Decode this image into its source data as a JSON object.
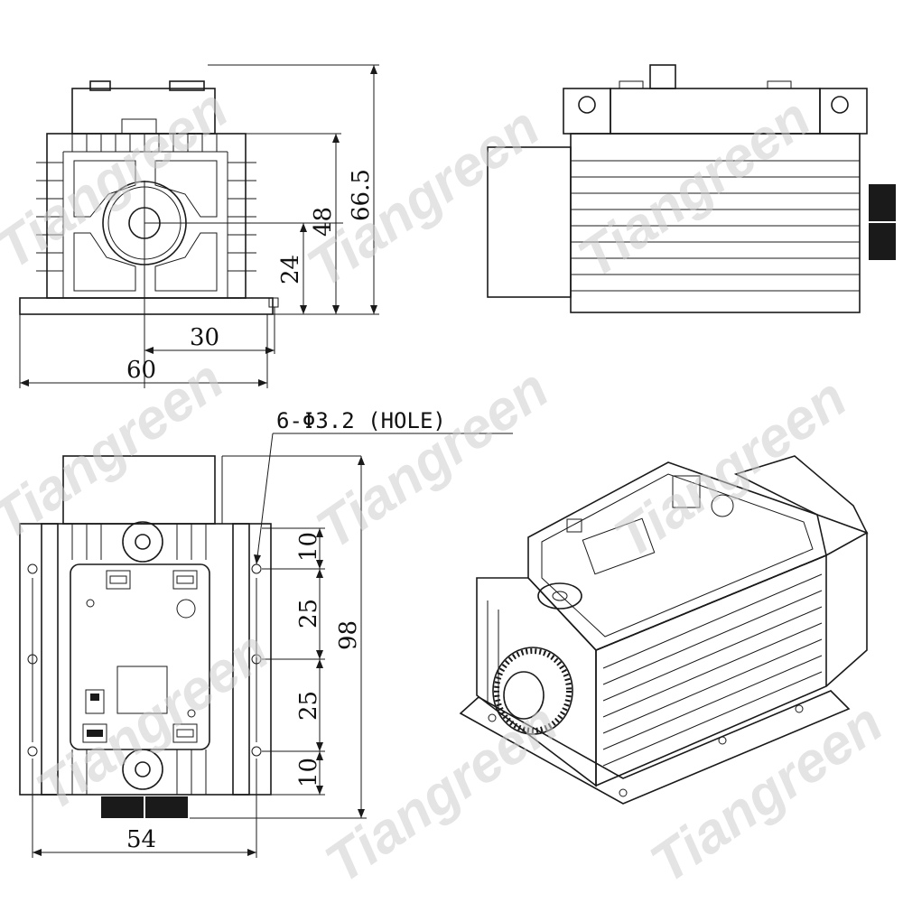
{
  "watermark": {
    "text": "Tiangreen",
    "color": "#cfcfcf"
  },
  "dimensions": {
    "front_width": "60",
    "front_center_offset": "30",
    "front_height_total": "66.5",
    "front_height_body": "48",
    "front_height_center": "24",
    "hole_note": "6-Φ3.2 (HOLE)",
    "bottom_depth": "98",
    "bottom_width": "54",
    "hole_spacing_top": "10",
    "hole_spacing_mid1": "25",
    "hole_spacing_mid2": "25",
    "hole_spacing_bottom": "10"
  },
  "colors": {
    "line": "#1a1a1a",
    "background": "#ffffff"
  }
}
